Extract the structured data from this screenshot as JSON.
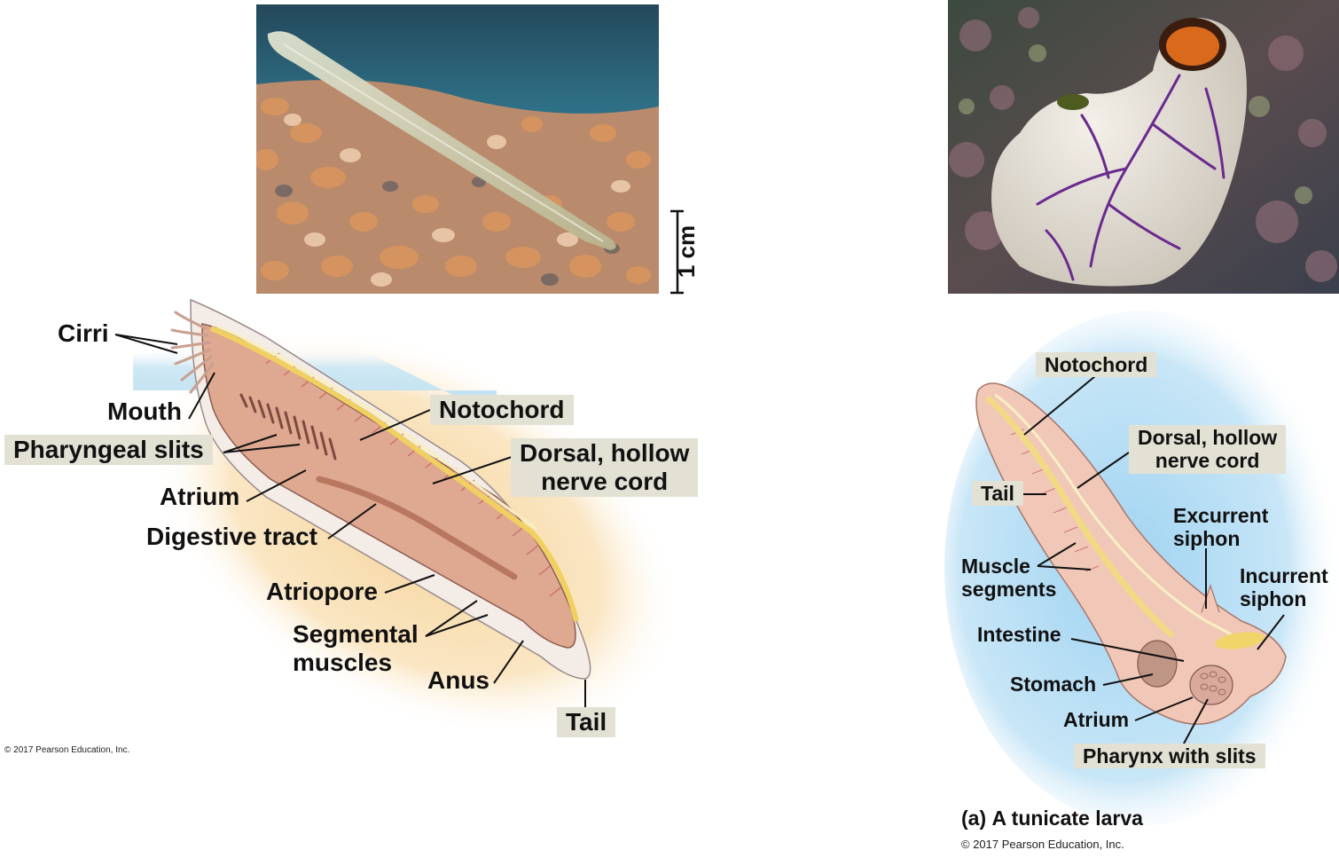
{
  "lancelet": {
    "scale_bar": "1 cm",
    "labels": {
      "cirri": "Cirri",
      "mouth": "Mouth",
      "pharyngeal_slits": "Pharyngeal slits",
      "atrium": "Atrium",
      "digestive_tract": "Digestive tract",
      "atriopore": "Atriopore",
      "segmental_muscles_1": "Segmental",
      "segmental_muscles_2": "muscles",
      "anus": "Anus",
      "notochord": "Notochord",
      "nerve_cord_1": "Dorsal, hollow",
      "nerve_cord_2": "nerve cord",
      "tail": "Tail"
    },
    "copyright": "© 2017 Pearson Education, Inc."
  },
  "tunicate": {
    "labels": {
      "notochord": "Notochord",
      "nerve_cord_1": "Dorsal, hollow",
      "nerve_cord_2": "nerve cord",
      "tail": "Tail",
      "excurrent_1": "Excurrent",
      "excurrent_2": "siphon",
      "incurrent_1": "Incurrent",
      "incurrent_2": "siphon",
      "muscle_1": "Muscle",
      "muscle_2": "segments",
      "intestine": "Intestine",
      "stomach": "Stomach",
      "atrium": "Atrium",
      "pharynx": "Pharynx with slits"
    },
    "caption_letter": "(a)",
    "caption_text": "A tunicate larva",
    "copyright": "© 2017 Pearson Education, Inc."
  },
  "colors": {
    "label_box": "#e3e1d4",
    "water_blue": "#bfe2f1",
    "sand": "#f6d9a8",
    "body_tan": "#e7b3a0",
    "notochord_yellow": "#f5df86",
    "larva_blue": "#a9d8f3",
    "tunicate_purple": "#6b2a8e"
  }
}
